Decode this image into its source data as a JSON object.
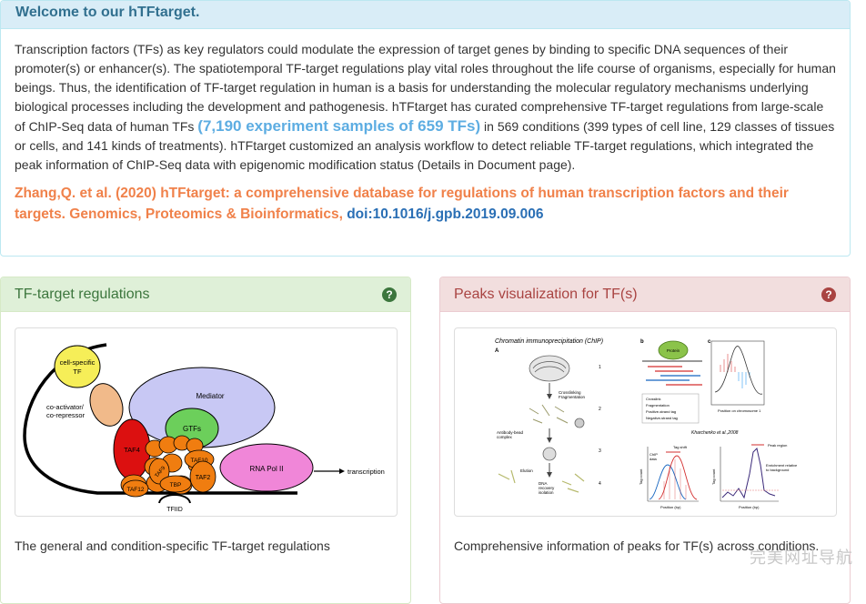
{
  "welcome": {
    "title": "Welcome to our hTFtarget.",
    "para_a": "Transcription factors (TFs) as key regulators could modulate the expression of target genes by binding to specific DNA sequences of their promoter(s) or enhancer(s). The spatiotemporal TF-target regulations play vital roles throughout the life course of organisms, especially for human beings. Thus, the identification of TF-target regulation in human is a basis for understanding the molecular regulatory mechanisms underlying biological processes including the development and pathogenesis. hTFtarget has curated comprehensive TF-target regulations from large-scale of ChIP-Seq data of human TFs ",
    "highlight": "(7,190 experiment samples of 659 TFs)",
    "para_b": " in 569 conditions (399 types of cell line, 129 classes of tissues or cells, and 141 kinds of treatments). hTFtarget customized an analysis workflow to detect reliable TF-target regulations, which integrated the peak information of ChIP-Seq data with epigenomic modification status (Details in Document page).",
    "citation": "Zhang,Q. et al. (2020) hTFtarget: a comprehensive database for regulations of human transcription factors and their targets. Genomics, Proteomics & Bioinformatics,",
    "doi": "doi:10.1016/j.gpb.2019.09.006"
  },
  "panel_left": {
    "title": "TF-target regulations",
    "help_icon": "?",
    "caption": "The general and condition-specific TF-target regulations",
    "figure": {
      "cell_specific": [
        "cell-specific",
        "TF"
      ],
      "coactivator": [
        "co-activator/",
        "co-repressor"
      ],
      "mediator": "Mediator",
      "gtfs": "GTFs",
      "taf4": "TAF4",
      "taf10": "TAF10",
      "taf9": "TAF9",
      "taf2": "TAF2",
      "taf12": "TAF12",
      "tbp": "TBP",
      "tfiid": "TFIID",
      "rnapol": "RNA Pol II",
      "transcription": "transcription"
    }
  },
  "panel_right": {
    "title": "Peaks visualization for TF(s)",
    "help_icon": "?",
    "caption": "Comprehensive information of peaks for TF(s) across conditions.",
    "figure": {
      "title": "Chromatin immunoprecipitation (ChIP)",
      "label_a": "A",
      "label_b": "b",
      "label_c": "c",
      "protein": "Protein",
      "crosslink": "Crosslinking",
      "fragment": "Fragmentation",
      "antibody": [
        "Antibody-bead",
        "complex"
      ],
      "elution": "Elution",
      "dna": [
        "DNA",
        "recovery",
        "isolation"
      ],
      "steps": [
        "1",
        "2",
        "3",
        "4"
      ],
      "legend": [
        "Crosslink",
        "Fragmentation",
        "Positive-strand tag",
        "Negative-strand tag"
      ],
      "kharchenko": "Kharchenko et al.,2008",
      "chip_data": [
        "ChIP",
        "data"
      ],
      "tag_shift": "Tag shift",
      "tag_count": "Tag count",
      "position_bp": "Position (bp)",
      "peak_region": "Peak region",
      "enrichment": [
        "Enrichment relative",
        "to background"
      ],
      "position_chr": "Position on chromosome 1"
    }
  },
  "watermark": "完美网址导航"
}
